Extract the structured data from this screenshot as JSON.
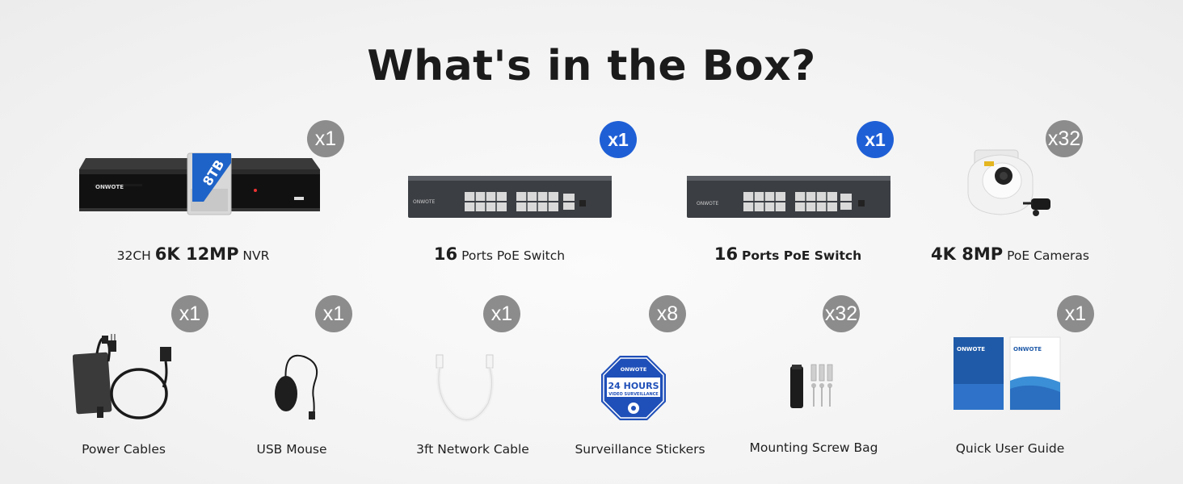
{
  "title": "What's in the Box?",
  "brand": "ONWOTE",
  "top_row": [
    {
      "id": "nvr",
      "badge": "x1",
      "badge_style": "gray",
      "label_pre": "32CH",
      "label_bold": "6K 12MP",
      "label_post": "NVR",
      "hdd_text": "8TB",
      "icon": "nvr-icon"
    },
    {
      "id": "switch1",
      "badge": "x1",
      "badge_style": "blue",
      "label_bold": "16",
      "label_post": "Ports PoE Switch",
      "icon": "poe-switch-icon"
    },
    {
      "id": "switch2",
      "badge": "x1",
      "badge_style": "blue",
      "label_bold": "16",
      "label_post_bold": "Ports PoE Switch",
      "icon": "poe-switch-icon"
    },
    {
      "id": "camera",
      "badge": "x32",
      "badge_style": "gray",
      "label_bold": "4K 8MP",
      "label_post": "PoE Cameras",
      "icon": "dome-camera-icon"
    }
  ],
  "bottom_row": [
    {
      "id": "power",
      "badge": "x1",
      "label": "Power Cables",
      "icon": "power-adapter-icon"
    },
    {
      "id": "mouse",
      "badge": "x1",
      "label": "USB Mouse",
      "icon": "usb-mouse-icon"
    },
    {
      "id": "cable",
      "badge": "x1",
      "label": "3ft Network Cable",
      "icon": "network-cable-icon"
    },
    {
      "id": "sticker",
      "badge": "x8",
      "label": "Surveillance Stickers",
      "icon": "sticker-icon",
      "sticker_brand": "ONWOTE",
      "sticker_line1": "24 HOURS",
      "sticker_line2": "VIDEO SURVEILLANCE"
    },
    {
      "id": "screws",
      "badge": "x32",
      "label": "Mounting Screw Bag",
      "icon": "screw-bag-icon"
    },
    {
      "id": "guide",
      "badge": "x1",
      "label": "Quick User Guide",
      "icon": "user-guide-icon"
    }
  ],
  "colors": {
    "badge_gray": "#8c8c8c",
    "badge_blue": "#1f5fd6",
    "hdd_blue": "#1e63c8"
  }
}
